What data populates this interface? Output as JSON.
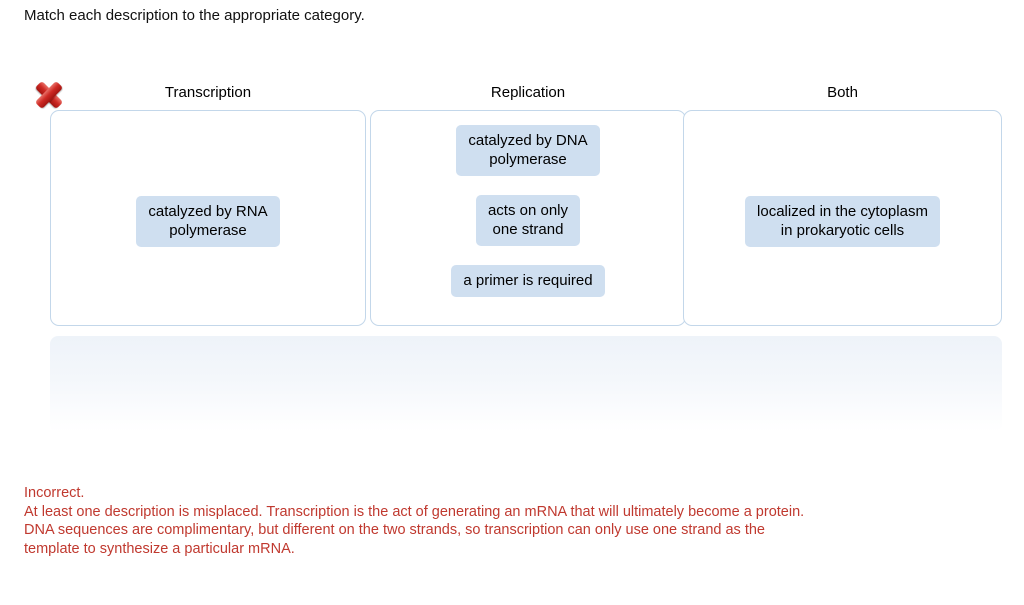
{
  "prompt": "Match each description to the appropriate category.",
  "result": {
    "icon": "red-cross-incorrect-icon",
    "status": "incorrect",
    "color": "#c0392f"
  },
  "columns": [
    {
      "id": "transcription",
      "label": "Transcription",
      "items": [
        {
          "text": "catalyzed by RNA\npolymerase"
        }
      ]
    },
    {
      "id": "replication",
      "label": "Replication",
      "items": [
        {
          "text": "catalyzed by DNA\npolymerase"
        },
        {
          "text": "acts on only\none strand"
        },
        {
          "text": "a primer is required"
        }
      ]
    },
    {
      "id": "both",
      "label": "Both",
      "items": [
        {
          "text": "localized in the cytoplasm\nin prokaryotic cells"
        }
      ]
    }
  ],
  "bank": {
    "items": []
  },
  "feedback": {
    "heading": "Incorrect.",
    "body": "At least one description is misplaced. Transcription is the act of generating an mRNA that will ultimately become a protein. DNA sequences are complimentary, but different on the two strands, so transcription can only use one strand as the template to synthesize a particular mRNA."
  },
  "colors": {
    "chip_background": "#cfdff0",
    "zone_border": "#c3d7ea",
    "feedback_text": "#c0392f",
    "mark_red": "#cf2a25"
  }
}
